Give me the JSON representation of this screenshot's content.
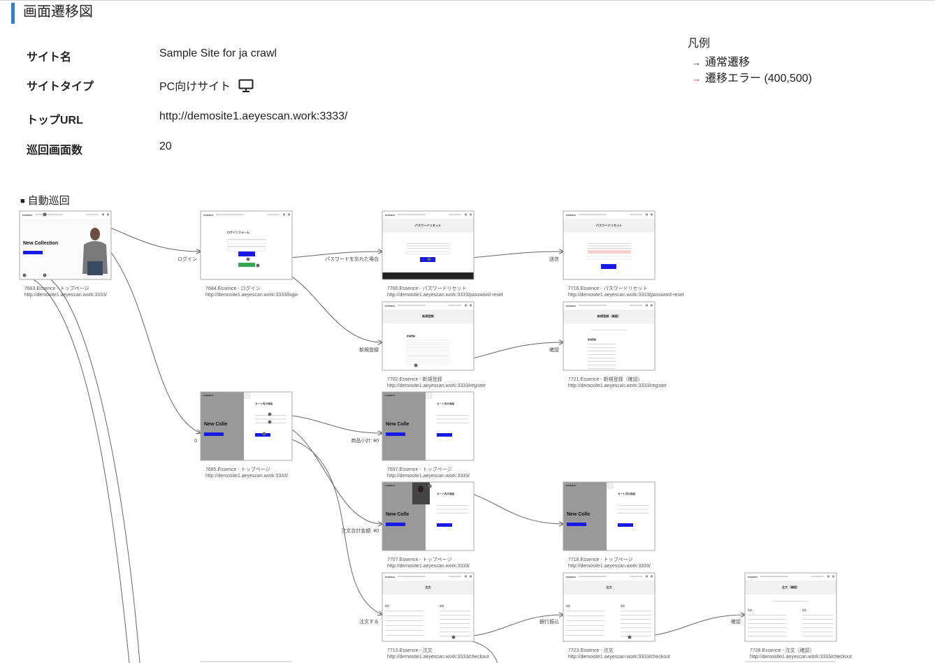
{
  "header": {
    "title": "画面遷移図"
  },
  "info": [
    {
      "key": "サイト名",
      "value": "Sample Site for ja crawl"
    },
    {
      "key": "サイトタイプ",
      "value": "PC向けサイト"
    },
    {
      "key": "トップURL",
      "value": "http://demosite1.aeyescan.work:3333/"
    },
    {
      "key": "巡回画面数",
      "value": "20"
    }
  ],
  "legend": {
    "title": "凡例",
    "items": [
      {
        "label": "通常遷移",
        "color": "#333333"
      },
      {
        "label": "遷移エラー (400,500)",
        "color": "#e02020"
      }
    ]
  },
  "section": {
    "title": "自動巡回"
  },
  "thumb_text": {
    "new_collection": "New Collection",
    "new_colle": "New Colle",
    "login_form": "ログインフォーム",
    "password_reset": "パスワードリセット",
    "register": "新規登録",
    "register_confirm": "新規登録（確認）",
    "cart_title": "カート内の商品",
    "order": "注文",
    "order_confirm": "注文（確認）"
  },
  "nodes": [
    {
      "id": "n7683",
      "label": "7683.Essence - トップページ",
      "url": "http://demosite1.aeyescan.work:3333/",
      "kind": "home"
    },
    {
      "id": "n7684",
      "label": "7684.Essence - ログイン",
      "url": "http://demosite1.aeyescan.work:3333/login",
      "kind": "login"
    },
    {
      "id": "n7700",
      "label": "7700.Essence - パスワードリセット",
      "url": "http://demosite1.aeyescan.work:3333/password-reset",
      "kind": "reset"
    },
    {
      "id": "n7716",
      "label": "7716.Essence - パスワードリセット",
      "url": "http://demosite1.aeyescan.work:3333/password-reset",
      "kind": "reset2"
    },
    {
      "id": "n7702",
      "label": "7702.Essence - 新規登録",
      "url": "http://demosite1.aeyescan.work:3333/register",
      "kind": "register"
    },
    {
      "id": "n7721",
      "label": "7721.Essence - 新規登録（確認）",
      "url": "http://demosite1.aeyescan.work:3333/register",
      "kind": "register2"
    },
    {
      "id": "n7685",
      "label": "7685.Essence - トップページ",
      "url": "http://demosite1.aeyescan.work:3333/",
      "kind": "cart"
    },
    {
      "id": "n7697",
      "label": "7697.Essence - トップページ",
      "url": "http://demosite1.aeyescan.work:3333/",
      "kind": "cart"
    },
    {
      "id": "n7707",
      "label": "7707.Essence - トップページ",
      "url": "http://demosite1.aeyescan.work:3333/",
      "kind": "cart2"
    },
    {
      "id": "n7718",
      "label": "7718.Essence - トップページ",
      "url": "http://demosite1.aeyescan.work:3333/",
      "kind": "cart"
    },
    {
      "id": "n7713",
      "label": "7713.Essence - 注文",
      "url": "http://demosite1.aeyescan.work:3333/checkout",
      "kind": "checkout"
    },
    {
      "id": "n7723",
      "label": "7723.Essence - 注文",
      "url": "http://demosite1.aeyescan.work:3333/checkout",
      "kind": "checkout"
    },
    {
      "id": "n7728",
      "label": "7728.Essence - 注文（確認）",
      "url": "http://demosite1.aeyescan.work:3333/checkout",
      "kind": "checkout2"
    }
  ],
  "edges": [
    {
      "from": "n7683",
      "to": "n7684",
      "label": "ログイン"
    },
    {
      "from": "n7684",
      "to": "n7700",
      "label": "パスワードを忘れた場合"
    },
    {
      "from": "n7700",
      "to": "n7716",
      "label": "送信"
    },
    {
      "from": "n7684",
      "to": "n7702",
      "label": "新規登録"
    },
    {
      "from": "n7702",
      "to": "n7721",
      "label": "確認"
    },
    {
      "from": "n7683",
      "to": "n7685",
      "label": "0"
    },
    {
      "from": "n7685",
      "to": "n7697",
      "label": "商品小計: ¥0"
    },
    {
      "from": "n7685",
      "to": "n7707",
      "label": "注文合計金額: ¥0"
    },
    {
      "from": "n7707",
      "to": "n7718",
      "label": ""
    },
    {
      "from": "n7685",
      "to": "n7713",
      "label": "注文する"
    },
    {
      "from": "n7713",
      "to": "n7723",
      "label": "銀行振込"
    },
    {
      "from": "n7723",
      "to": "n7728",
      "label": "確認"
    }
  ]
}
